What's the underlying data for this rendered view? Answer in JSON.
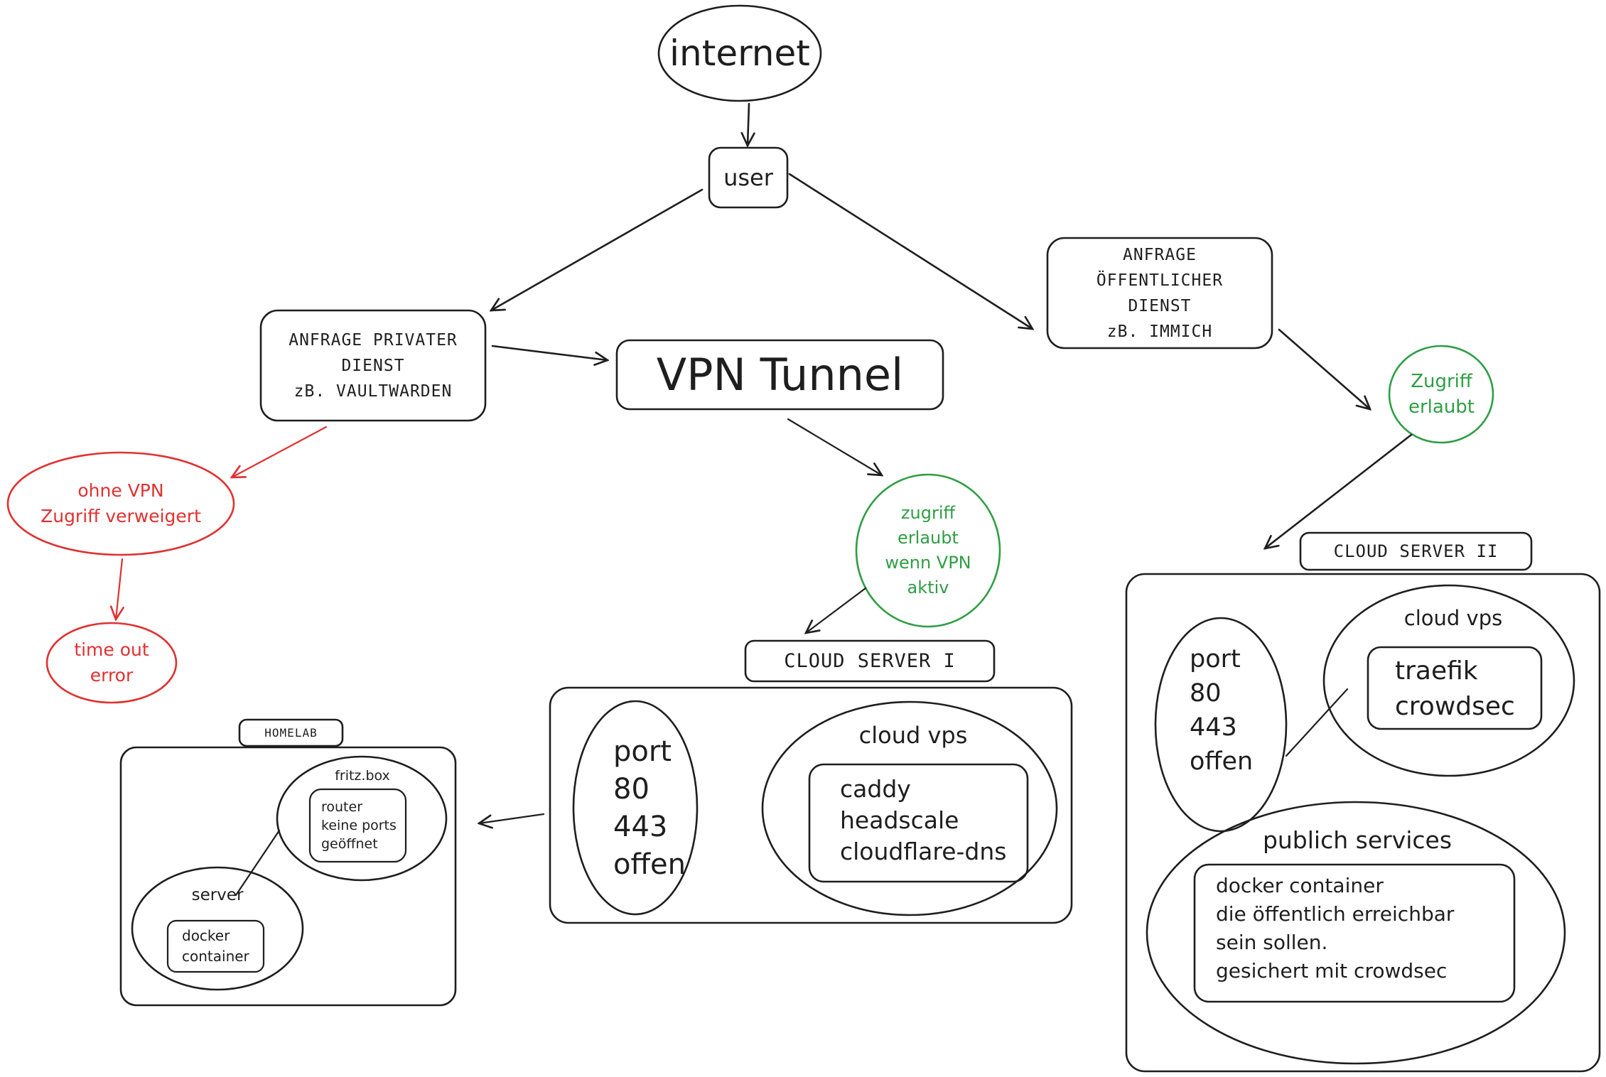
{
  "colors": {
    "stroke": "#1e1e1e",
    "denied": "#e03131",
    "allowed": "#2f9e44",
    "background": "#ffffff"
  },
  "nodes": {
    "internet": "internet",
    "user": "user",
    "private_request": "ANFRAGE PRIVATER\nDIENST\nzB. VAULTWARDEN",
    "public_request": "ANFRAGE\nÖFFENTLICHER\nDIENST\nzB. IMMICH",
    "vpn_tunnel": "VPN Tunnel",
    "denied": "ohne VPN\nZugriff verweigert",
    "timeout": "time out\nerror",
    "allowed_vpn": "zugriff\nerlaubt\nwenn VPN\naktiv",
    "allowed_public": "Zugriff\nerlaubt"
  },
  "cloud_server_1": {
    "label": "CLOUD SERVER I",
    "ports": "port\n80\n443\noffen",
    "vps_title": "cloud vps",
    "services": "caddy\nheadscale\ncloudflare-dns"
  },
  "cloud_server_2": {
    "label": "CLOUD SERVER II",
    "ports": "port\n80\n443\noffen",
    "vps_title": "cloud vps",
    "vps_services": "traefik\ncrowdsec",
    "public_title": "publich services",
    "public_services": "docker container\ndie öffentlich erreichbar\nsein sollen.\ngesichert mit crowdsec"
  },
  "homelab": {
    "label": "HOMELAB",
    "router_title": "fritz.box",
    "router_info": "router\nkeine ports\ngeöffnet",
    "server_title": "server",
    "server_info": "docker\ncontainer"
  }
}
